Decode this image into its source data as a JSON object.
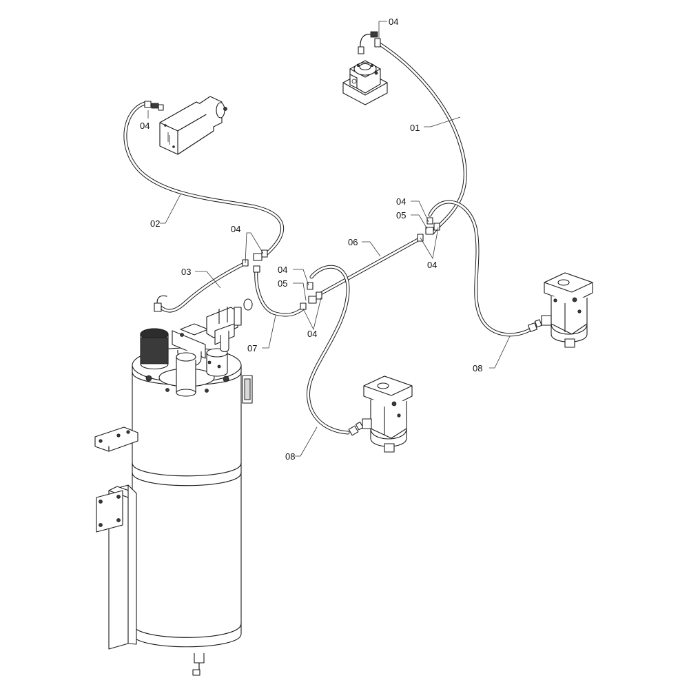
{
  "labels": {
    "l01": "01",
    "l02": "02",
    "l03": "03",
    "l04": "04",
    "l05": "05",
    "l06": "06",
    "l07": "07",
    "l08": "08"
  },
  "icons": {
    "tank": "receiver-tank",
    "pump": "pump",
    "valve": "valve-block",
    "motor": "motor"
  }
}
